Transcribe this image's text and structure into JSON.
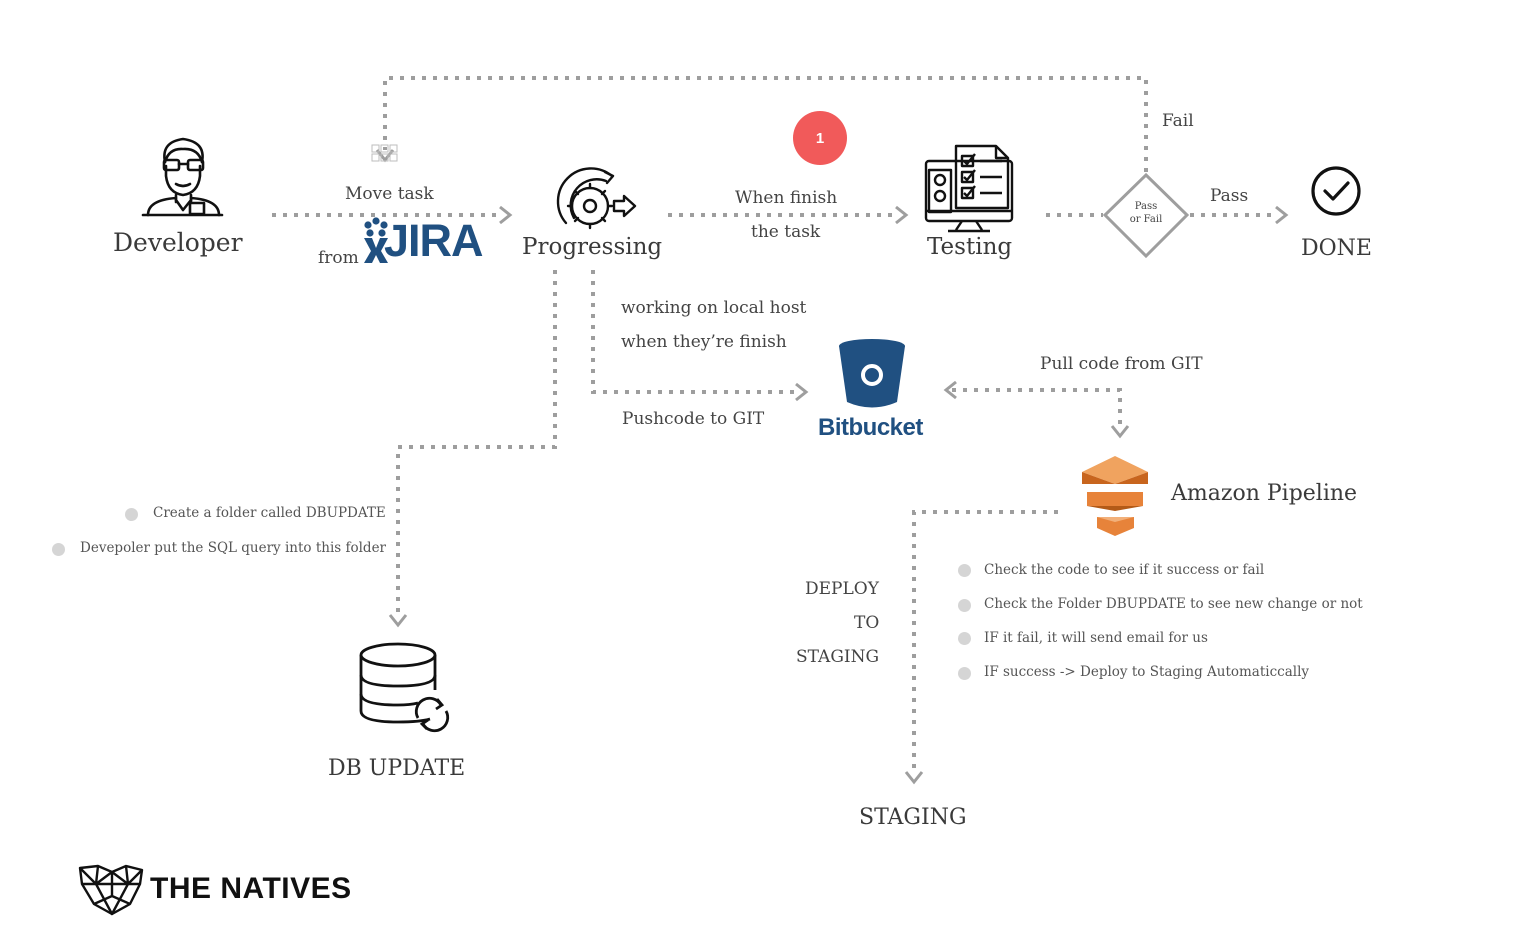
{
  "nodes": {
    "developer": "Developer",
    "progressing": "Progressing",
    "testing": "Testing",
    "done": "DONE",
    "db_update": "DB UPDATE",
    "staging": "STAGING",
    "amazon_pipeline": "Amazon Pipeline",
    "decision_line1": "Pass",
    "decision_line2": "or Fail"
  },
  "edges": {
    "move_task": "Move task",
    "from": "from",
    "when_finish": "When finish",
    "the_task": "the task",
    "fail": "Fail",
    "pass": "Pass",
    "working_local": "working on local host",
    "when_theyre_finish": "when they’re finish",
    "pushcode": "Pushcode to GIT",
    "pull_code": "Pull code from GIT",
    "deploy_1": "DEPLOY",
    "deploy_2": "TO",
    "deploy_3": "STAGING"
  },
  "badge": "1",
  "logos": {
    "jira": "JIRA",
    "bitbucket": "Bitbucket",
    "natives": "THE NATIVES"
  },
  "db_notes": [
    "Create a folder called DBUPDATE",
    "Devepoler put the SQL query into this folder"
  ],
  "pipeline_notes": [
    "Check the code to see if it success or fail",
    "Check the Folder DBUPDATE to see new change or not",
    "IF it fail, it will send email for us",
    "IF success -> Deploy to Staging Automaticcally"
  ],
  "colors": {
    "connector": "#9e9e9e",
    "badge": "#f15a5a",
    "jira_blue": "#205081",
    "bitbucket_blue": "#205081",
    "aws_orange": "#e7833a",
    "bullet": "#d5d5d5"
  }
}
